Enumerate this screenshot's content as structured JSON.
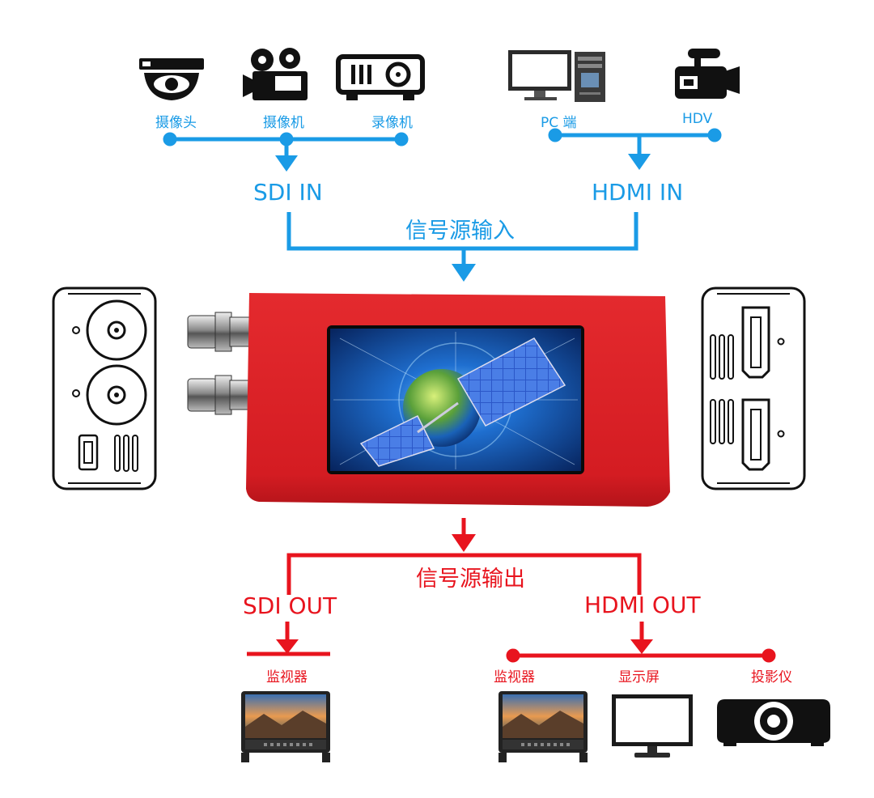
{
  "colors": {
    "input": "#1a9be6",
    "output": "#e8141e",
    "device_body": "#e01f26"
  },
  "input": {
    "sdi_sources": [
      {
        "label": "摄像头",
        "icon": "dome-camera-icon"
      },
      {
        "label": "摄像机",
        "icon": "video-camera-icon"
      },
      {
        "label": "录像机",
        "icon": "video-recorder-icon"
      }
    ],
    "hdmi_sources": [
      {
        "label": "PC 端",
        "icon": "desktop-pc-icon"
      },
      {
        "label": "HDV",
        "icon": "camcorder-icon"
      }
    ],
    "sdi_in_label": "SDI IN",
    "hdmi_in_label": "HDMI IN",
    "title": "信号源输入"
  },
  "output": {
    "title": "信号源输出",
    "sdi_out_label": "SDI OUT",
    "hdmi_out_label": "HDMI OUT",
    "sdi_targets": [
      {
        "label": "监视器",
        "icon": "monitor-icon"
      }
    ],
    "hdmi_targets": [
      {
        "label": "监视器",
        "icon": "monitor-icon"
      },
      {
        "label": "显示屏",
        "icon": "display-icon"
      },
      {
        "label": "投影仪",
        "icon": "projector-icon"
      }
    ]
  }
}
